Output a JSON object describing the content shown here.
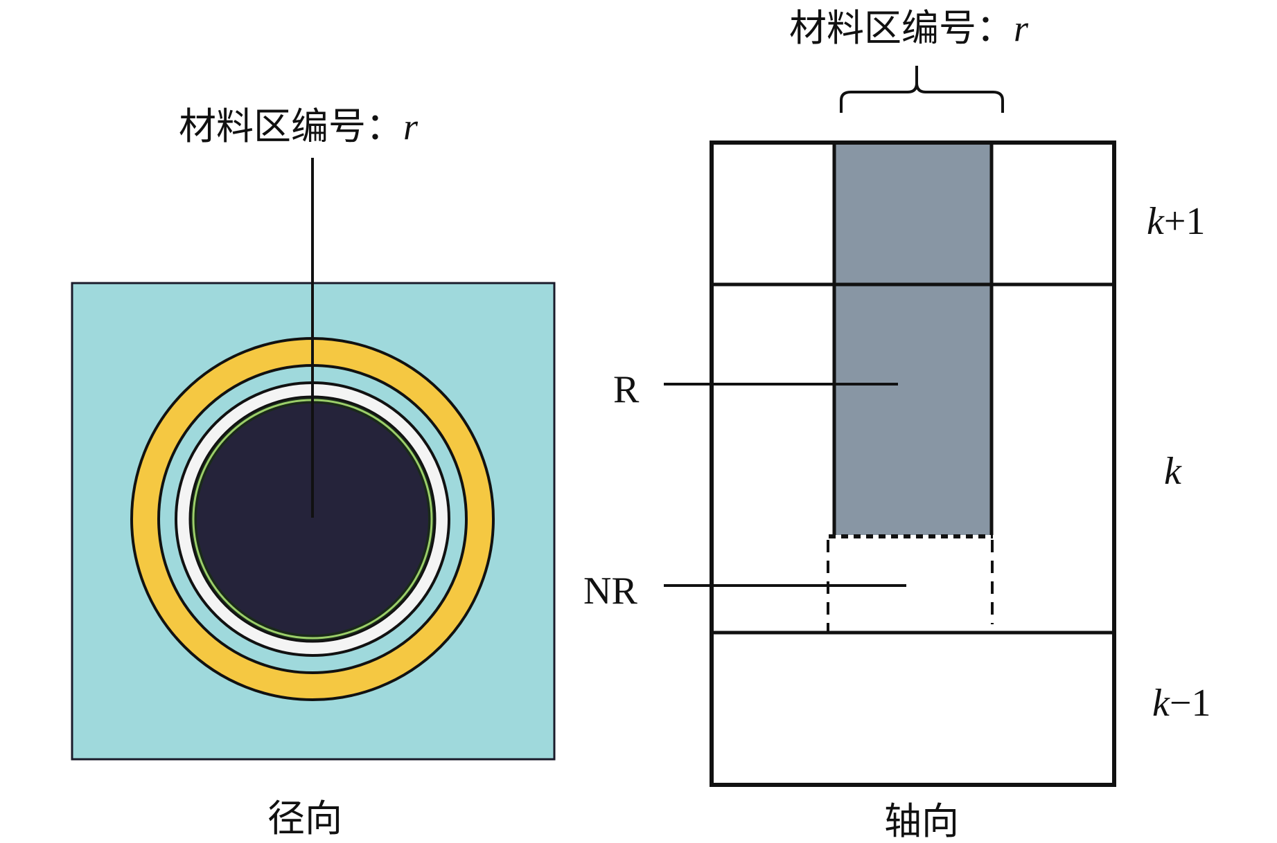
{
  "radial": {
    "region_label": "材料区编号：",
    "region_symbol": "r",
    "caption": "径向"
  },
  "axial": {
    "region_label": "材料区编号：",
    "region_symbol": "r",
    "caption": "轴向",
    "label_R": "R",
    "label_NR": "NR",
    "layer_above_var": "k",
    "layer_above_suffix": "+1",
    "layer_current": "k",
    "layer_below_var": "k",
    "layer_below_suffix": "−1"
  },
  "colors": {
    "coolant": "#9fd9dc",
    "cladding": "#f5c842",
    "fuel": "#25233a",
    "gap": "#f4f4f4",
    "liner": "#9ccf6a",
    "active_region": "#8896a4"
  }
}
